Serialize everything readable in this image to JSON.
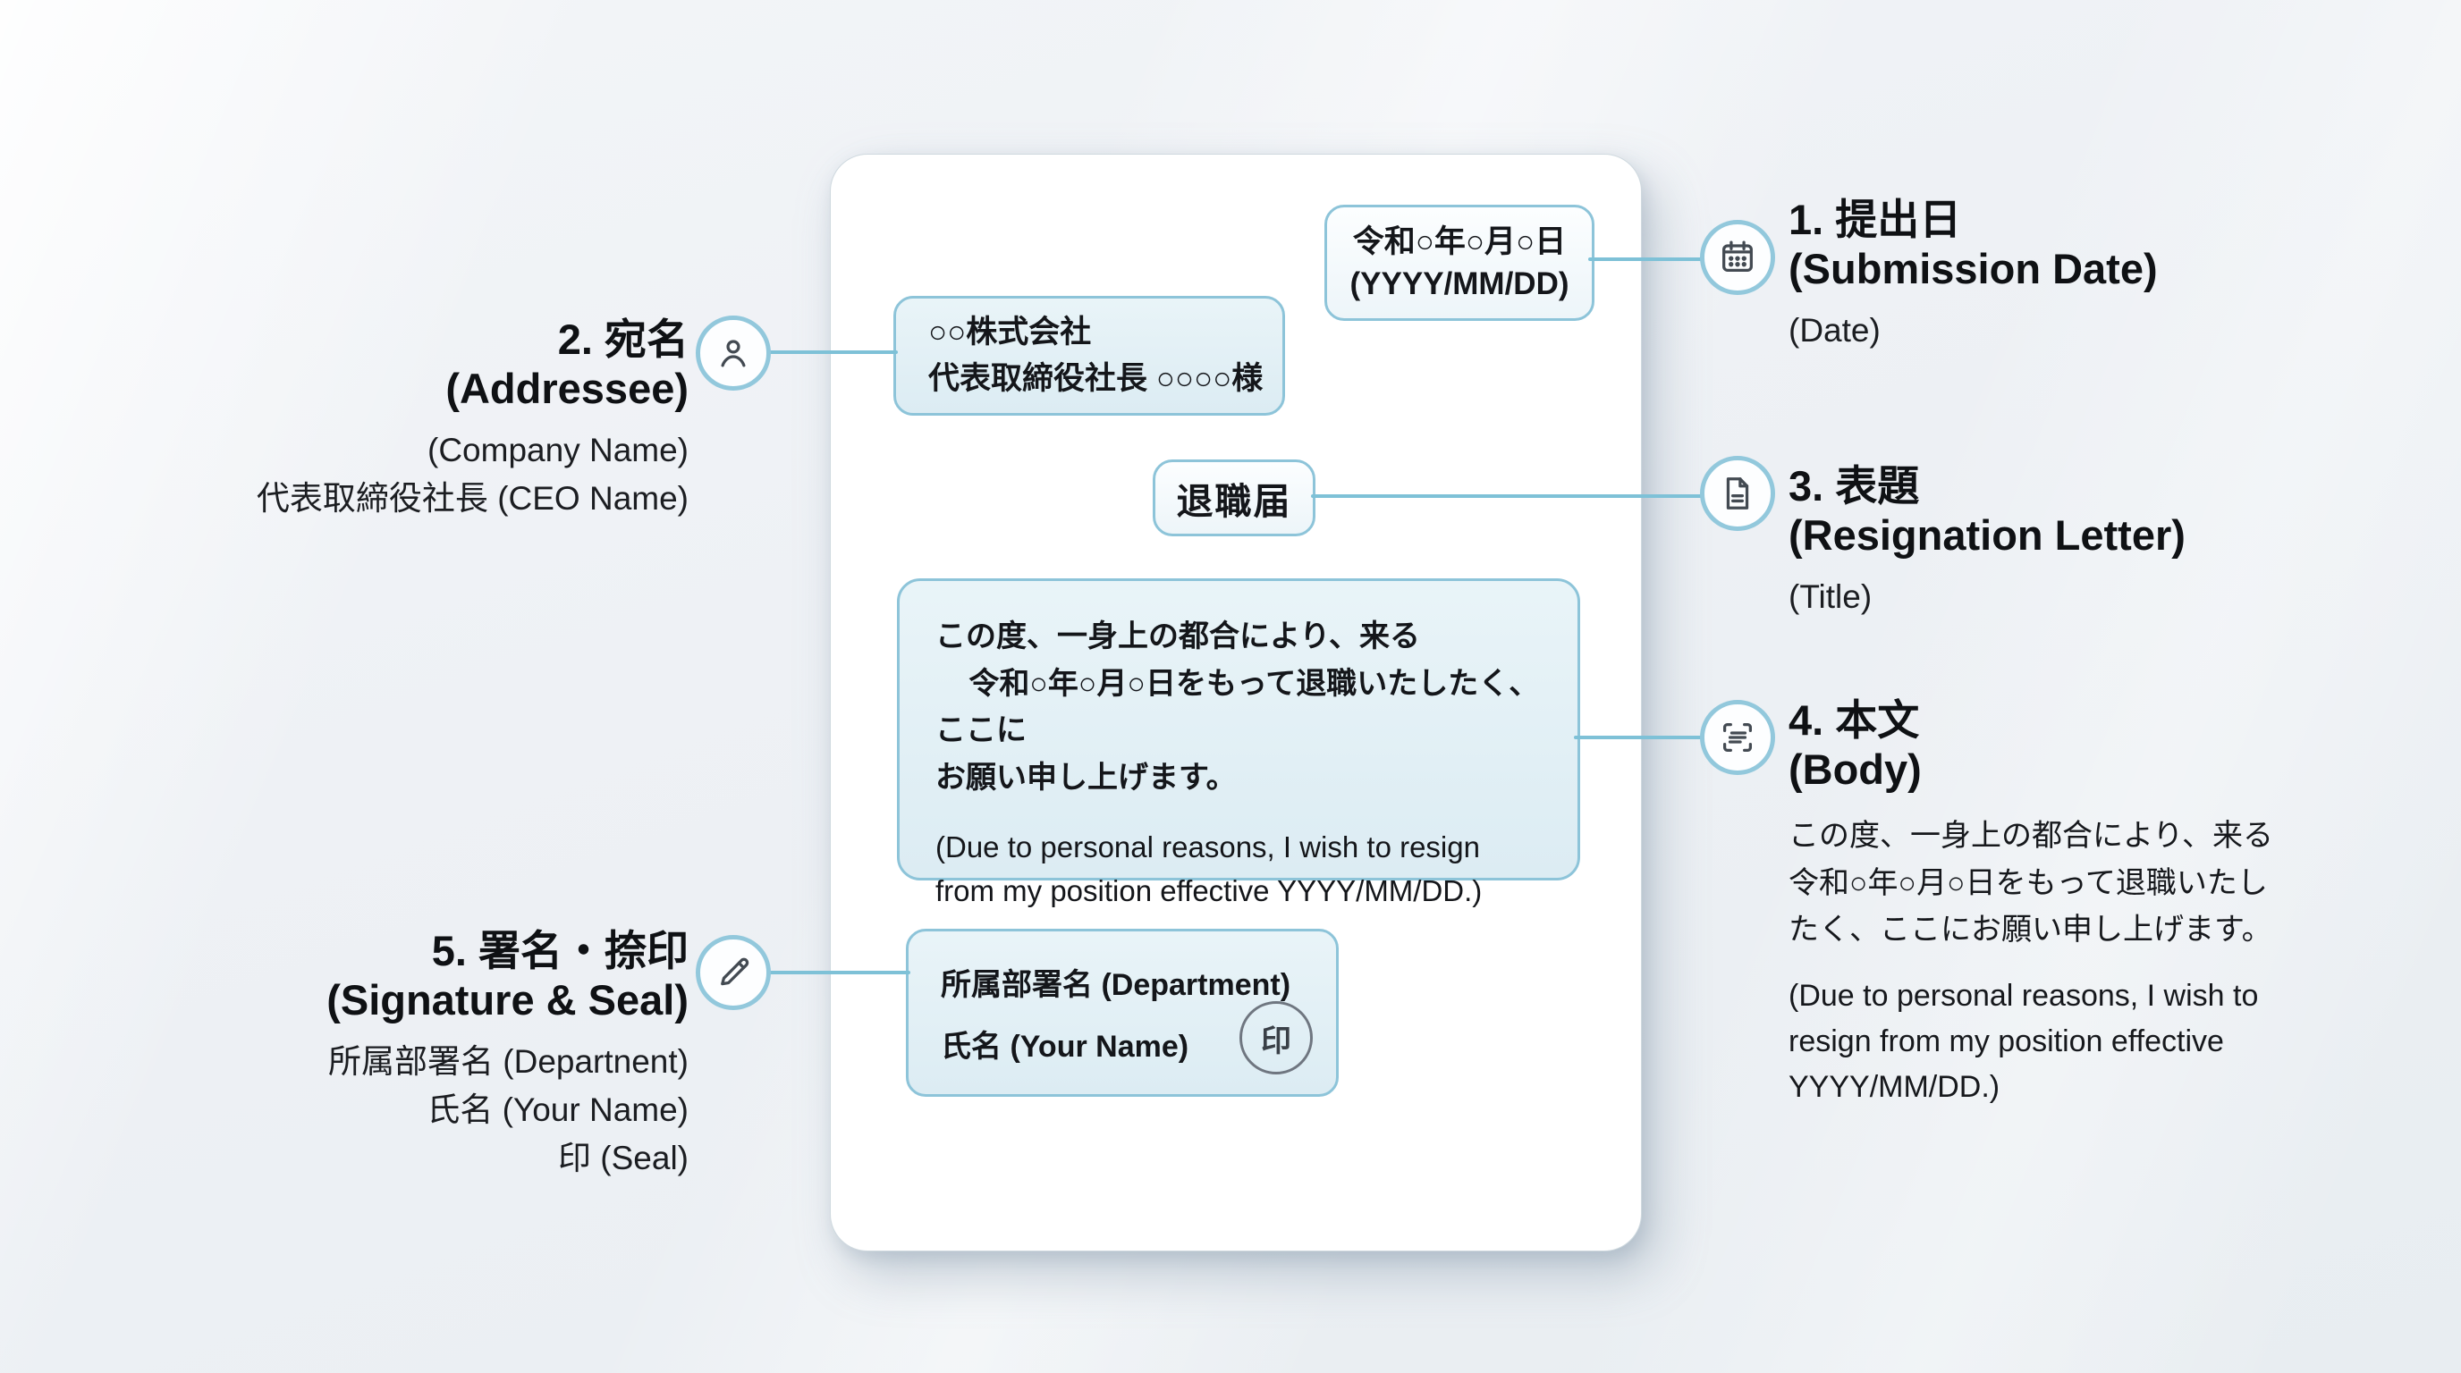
{
  "colors": {
    "background": "#eef1f5",
    "accent_line": "#7ec1d7",
    "box_border": "#8dc4d9",
    "box_fill": "#ddedf3",
    "card_bg": "#ffffff",
    "icon_stroke": "#434a52",
    "text": "#14161a"
  },
  "card": {
    "date_box": {
      "jp": "令和○年○月○日",
      "en": "(YYYY/MM/DD)"
    },
    "addressee_box": {
      "company": "○○株式会社",
      "ceo": "代表取締役社長 ○○○○様"
    },
    "title_box": {
      "label": "退職届"
    },
    "body_box": {
      "jp_line1": "この度、一身上の都合により、来る",
      "jp_line2": "令和○年○月○日をもって退職いたしたく、ここに",
      "jp_line3": "お願い申し上げます。",
      "en": "(Due to personal reasons, I wish to resign from my position effective YYYY/MM/DD.)"
    },
    "signature_box": {
      "department": "所属部署名 (Department)",
      "name": "氏名 (Your Name)",
      "seal": "印"
    }
  },
  "callouts": {
    "c1": {
      "title": "1. 提出日",
      "title_en": "(Submission Date)",
      "sub": "(Date)",
      "icon": "calendar-icon"
    },
    "c2": {
      "title": "2. 宛名",
      "title_en": "(Addressee)",
      "sub1": "(Company Name)",
      "sub2": "代表取締役社長 (CEO Name)",
      "icon": "person-icon"
    },
    "c3": {
      "title": "3. 表題",
      "title_en": "(Resignation Letter)",
      "sub": "(Title)",
      "icon": "document-icon"
    },
    "c4": {
      "title": "4. 本文",
      "title_en": "(Body)",
      "jp": "この度、一身上の都合により、来る令和○年○月○日をもって退職いたしたく、ここにお願い申し上げます。",
      "en": "(Due to personal reasons, I wish to resign from my position effective YYYY/MM/DD.)",
      "icon": "body-text-icon"
    },
    "c5": {
      "title": "5. 署名・捺印",
      "title_en": "(Signature & Seal)",
      "sub1": "所属部署名 (Departnent)",
      "sub2": "氏名 (Your Name)",
      "sub3": "印 (Seal)",
      "icon": "pencil-icon"
    }
  }
}
